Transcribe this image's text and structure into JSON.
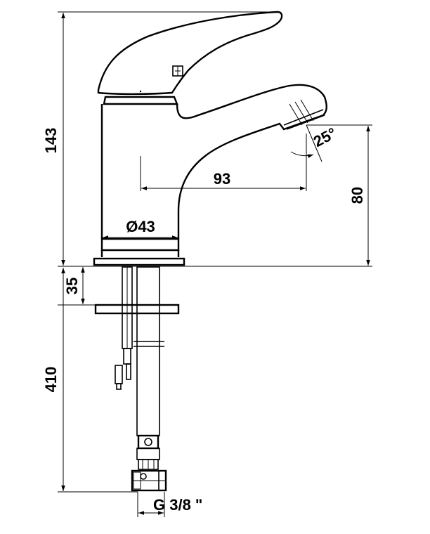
{
  "dimensions": {
    "total_height": "143",
    "spout_reach": "93",
    "spout_height": "80",
    "body_diameter": "Ø43",
    "spout_angle": "25°",
    "mount_thickness": "35",
    "hose_length": "410",
    "thread": "G 3/8 \""
  }
}
